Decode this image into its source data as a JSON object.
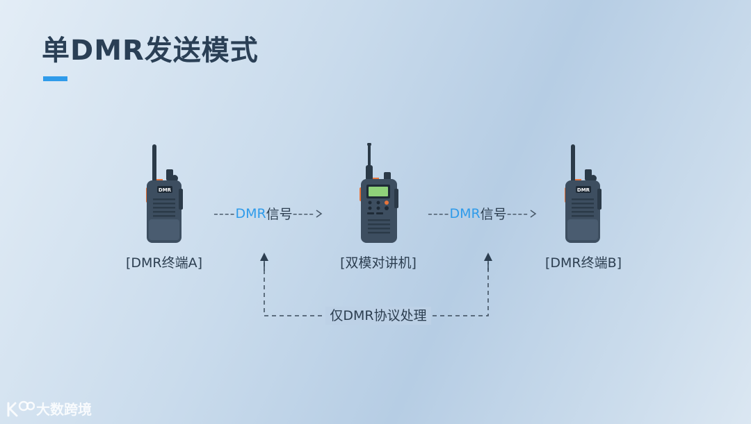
{
  "slide": {
    "title": "单DMR发送模式"
  },
  "devices": [
    {
      "id": "a",
      "label": "[DMR终端A]",
      "badge": "DMR"
    },
    {
      "id": "gw",
      "label": "[双模对讲机]"
    },
    {
      "id": "b",
      "label": "[DMR终端B]",
      "badge": "DMR"
    }
  ],
  "signals": [
    {
      "prefix": "----",
      "highlight": "DMR",
      "text": "信号",
      "suffix": "----"
    },
    {
      "prefix": "----",
      "highlight": "DMR",
      "text": "信号",
      "suffix": "----"
    }
  ],
  "note": {
    "text": "仅DMR协议处理"
  },
  "watermark": {
    "text": "大数跨境"
  },
  "colors": {
    "accent": "#2f9bea",
    "radio_body": "#3d4e60",
    "text": "#2c3e50"
  }
}
